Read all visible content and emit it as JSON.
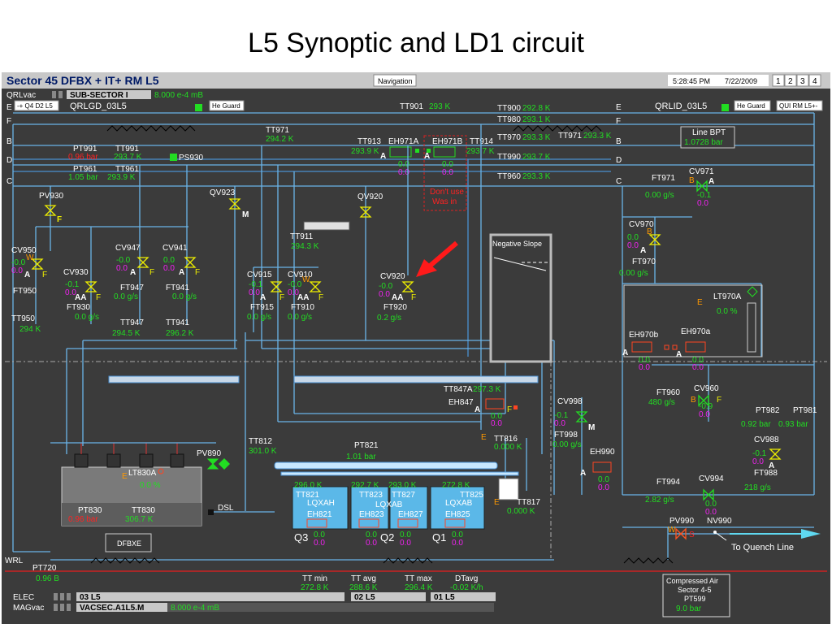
{
  "slide_title": "L5 Synoptic and LD1 circuit",
  "header": {
    "title": "Sector 45  DFBX + IT+ RM L5",
    "navigation": "Navigation",
    "time": "5:28:45 PM",
    "date": "7/22/2009",
    "pages": [
      "1",
      "2",
      "3",
      "4"
    ],
    "qrlvac": "QRLvac",
    "subsector": "SUB-SECTOR I",
    "subsector_val": "8.000 e-4 mB"
  },
  "top_bar": {
    "left_nav": "-+ Q4 D2 L5",
    "qrlgd": "QRLGD_03L5",
    "he_guard_1": "He Guard",
    "tt901": "TT901",
    "tt901_val": "293 K",
    "qrlid": "QRLID_03L5",
    "he_guard_2": "He Guard",
    "qui": "QUI RM L5+-"
  },
  "lines": {
    "E": "E",
    "F": "F",
    "B": "B",
    "D": "D",
    "C": "C"
  },
  "tt_right": [
    {
      "name": "TT900",
      "val": "292.8 K"
    },
    {
      "name": "TT980",
      "val": "293.1 K"
    },
    {
      "name": "TT970",
      "val": "293.3 K"
    },
    {
      "name": "TT971b",
      "label": "TT971",
      "val": "293.3 K"
    },
    {
      "name": "TT990",
      "val": "293.7 K"
    },
    {
      "name": "TT960",
      "val": "293.3 K"
    }
  ],
  "instruments": {
    "pt991": "PT991",
    "pt991_val": "0.96 bar",
    "tt991": "TT991",
    "tt991_val": "293.7 K",
    "ps930": "PS930",
    "pt961": "PT961",
    "pt961_val": "1.05 bar",
    "tt961": "TT961",
    "tt961_val": "293.9 K",
    "tt971": "TT971",
    "tt971_val": "294.2 K",
    "tt913": "TT913",
    "tt913_val": "293.9 K",
    "eh971a": "EH971A",
    "eh971b": "EH971B",
    "tt914": "TT914",
    "tt914_val": "293.7 K",
    "dont_use": "Don't use",
    "was_in": "Was in",
    "pv930": "PV930",
    "qv923": "QV923",
    "qv920": "QV920",
    "tt911": "TT911",
    "tt911_val": "294.3 K",
    "cv950": "CV950",
    "cv947": "CV947",
    "cv941": "CV941",
    "cv930": "CV930",
    "cv915": "CV915",
    "cv910": "CV910",
    "cv920": "CV920",
    "ft950": "FT950",
    "ft947": "FT947",
    "ft947_val": "0.0 g/s",
    "ft941": "FT941",
    "ft941_val": "0.0 g/s",
    "ft930": "FT930",
    "ft930_val": "0.0 g/s",
    "ft915": "FT915",
    "ft915_val": "0.0 g/s",
    "ft910": "FT910",
    "ft910_val": "0.0 g/s",
    "ft920": "FT920",
    "ft920_val": "0.2 g/s",
    "tt950": "TT950",
    "tt950_val": "294 K",
    "tt947": "TT947",
    "tt947_val": "294.5 K",
    "tt941": "TT941",
    "tt941_val": "296.2 K",
    "negative_slope": "Negative Slope",
    "line_bpt": "Line BPT",
    "line_bpt_val": "1.0728 bar",
    "ft971": "FT971",
    "ft971_val": "0.00 g/s",
    "cv971": "CV971",
    "cv970": "CV970",
    "ft970": "FT970",
    "ft970_val": "0.00 g/s",
    "lt970a": "LT970A",
    "lt970a_val": "0.0 %",
    "eh970b": "EH970b",
    "eh970a": "EH970a",
    "tt847a": "TT847A",
    "tt847a_val": "297.3 K",
    "eh847": "EH847",
    "cv998": "CV998",
    "ft998": "FT998",
    "ft998_val": "0.00 g/s",
    "eh990": "EH990",
    "ft960": "FT960",
    "ft960_val": "480 g/s",
    "cv960": "CV960",
    "pt982": "PT982",
    "pt982_val": "0.92 bar",
    "pt981": "PT981",
    "pt981_val": "0.93 bar",
    "cv988": "CV988",
    "ft988": "FT988",
    "ft988_val": "218 g/s",
    "ft994": "FT994",
    "ft994_val": "2.82 g/s",
    "cv994": "CV994",
    "pv990": "PV990",
    "nv990": "NV990",
    "to_quench": "To Quench Line",
    "tt816": "TT816",
    "tt816_val": "0.000 K",
    "tt812": "TT812",
    "tt812_val": "301.0 K",
    "pt821": "PT821",
    "pt821_val": "1.01 bar",
    "tt817": "TT817",
    "tt817_val": "0.000 K",
    "pv890": "PV890",
    "lt830a": "LT830A",
    "lt830a_val": "0.0 %",
    "pt830": "PT830",
    "pt830_val": "0.96 bar",
    "tt830": "TT830",
    "tt830_val": "306.7 K",
    "dfbxe": "DFBXE",
    "dsl": "DSL",
    "q3": "Q3",
    "q2": "Q2",
    "q1": "Q1",
    "q_vals": [
      "296.0 K",
      "292.7 K",
      "293.0 K",
      "272.8 K"
    ],
    "tt821": "TT821",
    "tt823": "TT823",
    "tt827": "TT827",
    "tt825": "TT825",
    "lqxah": "LQXAH",
    "lqxab": "LQXAB",
    "lqxab2": "LQXAB",
    "eh821": "EH821",
    "eh823": "EH823",
    "eh827": "EH827",
    "eh825": "EH825",
    "wrl": "WRL",
    "pt720": "PT720",
    "pt720_val": "0.96 B"
  },
  "valve_values": {
    "minus01": "-0.1",
    "minus00": "-0.0",
    "zero": "0.0",
    "minus09": "-0.9"
  },
  "footer": {
    "tt_min": "TT min",
    "tt_min_val": "272.8 K",
    "tt_avg": "TT avg",
    "tt_avg_val": "288.6 K",
    "tt_max": "TT max",
    "tt_max_val": "296.4 K",
    "dt_avg": "DTavg",
    "dt_avg_val": "-0.02 K/h",
    "elec": "ELEC",
    "elec_03": "03 L5",
    "elec_02": "02 L5",
    "elec_01": "01 L5",
    "magvac": "MAGvac",
    "magvac_name": "VACSEC.A1L5.M",
    "magvac_val": "8.000 e-4 mB",
    "compressed_air": "Compressed Air",
    "sector": "Sector 4-5",
    "pt599": "PT599",
    "pt599_val": "9.0 bar"
  },
  "colors": {
    "bg": "#3b3b3b",
    "value": "#22dd22",
    "pipe": "#6ab4e8",
    "alarm": "#ff2222"
  }
}
